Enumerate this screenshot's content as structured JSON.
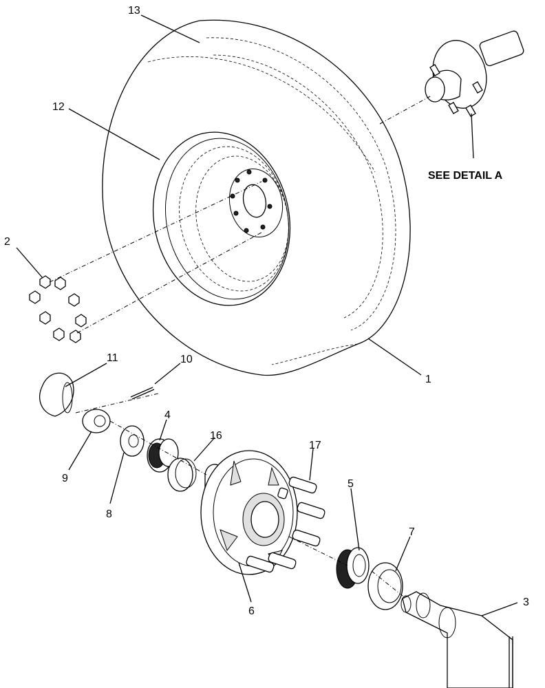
{
  "diagram": {
    "detail_reference": "SEE DETAIL A",
    "callouts": [
      "1",
      "2",
      "3",
      "4",
      "5",
      "6",
      "7",
      "8",
      "9",
      "10",
      "11",
      "12",
      "13",
      "16",
      "17"
    ]
  }
}
